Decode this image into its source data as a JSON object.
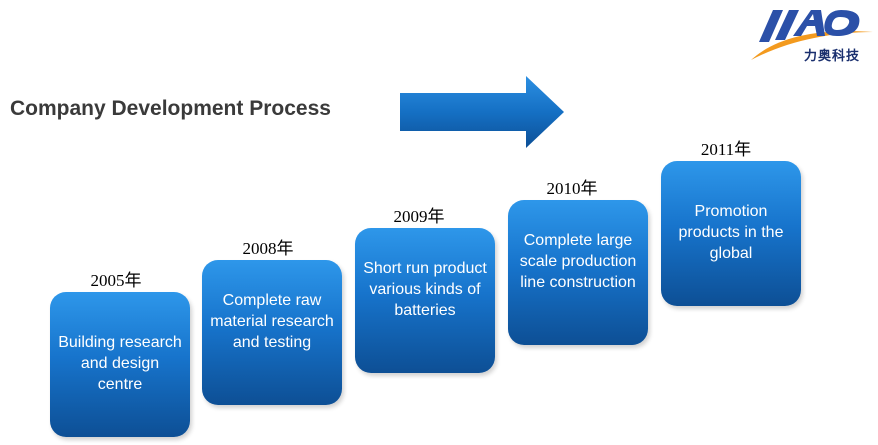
{
  "logo": {
    "wordmark": "LIAO",
    "subtitle": "力奥科技",
    "colors": {
      "primary": "#2b50a8",
      "swoosh": "#f39a1e"
    }
  },
  "title": "Company Development Process",
  "arrow_color": "#1570c4",
  "steps": [
    {
      "year": "2005年",
      "text": "Building research and design centre"
    },
    {
      "year": "2008年",
      "text": "Complete raw material research and testing"
    },
    {
      "year": "2009年",
      "text": "Short run product various kinds of batteries"
    },
    {
      "year": "2010年",
      "text": "Complete large scale production line construction"
    },
    {
      "year": "2011年",
      "text": "Promotion products in the global"
    }
  ]
}
